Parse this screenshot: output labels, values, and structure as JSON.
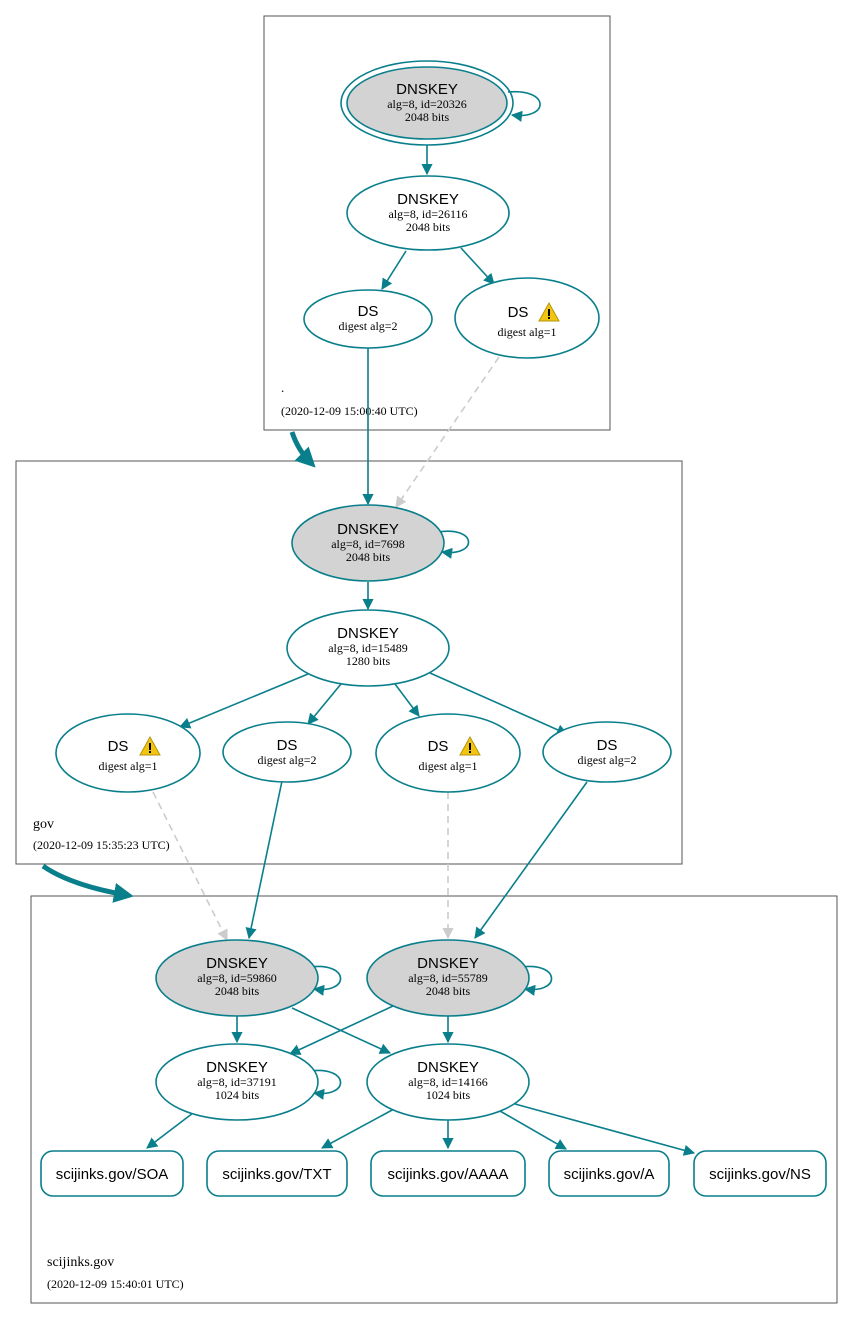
{
  "colors": {
    "edge": "#0a7f8c",
    "node_fill_ksk": "#d3d3d3",
    "insecure_edge": "#cccccc",
    "zone_border": "#555555",
    "warning_fill": "#f1c40f"
  },
  "zones": {
    "root": {
      "name": ".",
      "timestamp": "(2020-12-09 15:00:40 UTC)"
    },
    "gov": {
      "name": "gov",
      "timestamp": "(2020-12-09 15:35:23 UTC)"
    },
    "scijinks": {
      "name": "scijinks.gov",
      "timestamp": "(2020-12-09 15:40:01 UTC)"
    }
  },
  "nodes": {
    "root_ksk": {
      "title": "DNSKEY",
      "line1": "alg=8, id=20326",
      "line2": "2048 bits"
    },
    "root_zsk": {
      "title": "DNSKEY",
      "line1": "alg=8, id=26116",
      "line2": "2048 bits"
    },
    "root_ds2": {
      "title": "DS",
      "line1": "digest alg=2"
    },
    "root_ds1": {
      "title": "DS",
      "line1": "digest alg=1",
      "warning": "warning-icon"
    },
    "gov_ksk": {
      "title": "DNSKEY",
      "line1": "alg=8, id=7698",
      "line2": "2048 bits"
    },
    "gov_zsk": {
      "title": "DNSKEY",
      "line1": "alg=8, id=15489",
      "line2": "1280 bits"
    },
    "gov_ds_a": {
      "title": "DS",
      "line1": "digest alg=1",
      "warning": "warning-icon"
    },
    "gov_ds_b": {
      "title": "DS",
      "line1": "digest alg=2"
    },
    "gov_ds_c": {
      "title": "DS",
      "line1": "digest alg=1",
      "warning": "warning-icon"
    },
    "gov_ds_d": {
      "title": "DS",
      "line1": "digest alg=2"
    },
    "sci_ksk1": {
      "title": "DNSKEY",
      "line1": "alg=8, id=59860",
      "line2": "2048 bits"
    },
    "sci_ksk2": {
      "title": "DNSKEY",
      "line1": "alg=8, id=55789",
      "line2": "2048 bits"
    },
    "sci_zsk1": {
      "title": "DNSKEY",
      "line1": "alg=8, id=37191",
      "line2": "1024 bits"
    },
    "sci_zsk2": {
      "title": "DNSKEY",
      "line1": "alg=8, id=14166",
      "line2": "1024 bits"
    }
  },
  "records": {
    "soa": "scijinks.gov/SOA",
    "txt": "scijinks.gov/TXT",
    "aaaa": "scijinks.gov/AAAA",
    "a": "scijinks.gov/A",
    "ns": "scijinks.gov/NS"
  }
}
